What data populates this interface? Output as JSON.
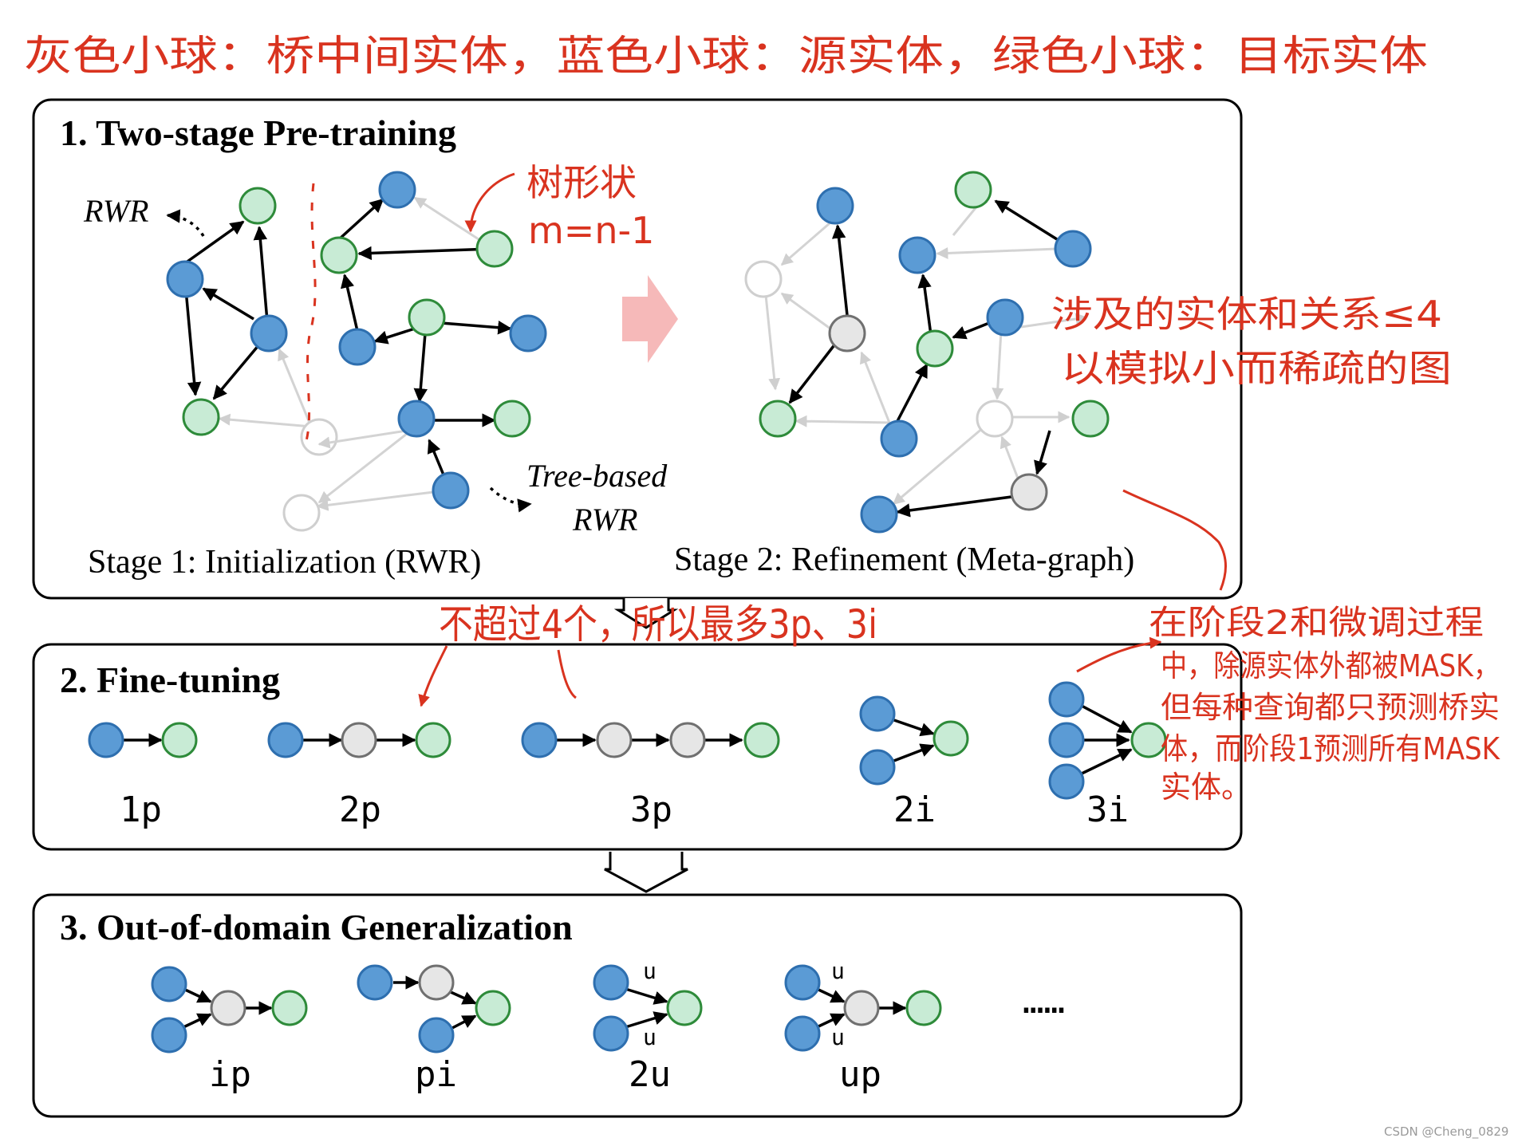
{
  "annotations": {
    "legend_note": "灰色小球：桥中间实体，蓝色小球：源实体，绿色小球：目标实体",
    "tree_note_line1": "树形状",
    "tree_note_line2": "m=n-1",
    "sparse_note_line1": "涉及的实体和关系≤4",
    "sparse_note_line2": "以模拟小而稀疏的图",
    "finetune_note": "不超过4个，所以最多3p、3i",
    "mask_note_line1": "在阶段2和微调过程",
    "mask_note_line2": "中，除源实体外都被MASK，",
    "mask_note_line3": "但每种查询都只预测桥实",
    "mask_note_line4": "体，而阶段1预测所有MASK",
    "mask_note_line5": "实体。"
  },
  "panel1": {
    "title": "1. Two-stage Pre-training",
    "rwr_label": "RWR",
    "tree_label_line1": "Tree-based",
    "tree_label_line2": "RWR",
    "stage1_caption": "Stage 1: Initialization (RWR)",
    "stage2_caption": "Stage 2: Refinement (Meta-graph)"
  },
  "panel2": {
    "title": "2. Fine-tuning",
    "queries": [
      "1p",
      "2p",
      "3p",
      "2i",
      "3i"
    ]
  },
  "panel3": {
    "title": "3. Out-of-domain Generalization",
    "queries": [
      "ip",
      "pi",
      "2u",
      "up"
    ],
    "u_label": "u",
    "ellipsis": "……"
  },
  "watermark": "CSDN @Cheng_0829",
  "colors": {
    "source_node": "#5b9bd5",
    "target_node": "#c8ebd5",
    "bridge_node": "#e6e6e6",
    "annotation_red": "#d9331f"
  }
}
